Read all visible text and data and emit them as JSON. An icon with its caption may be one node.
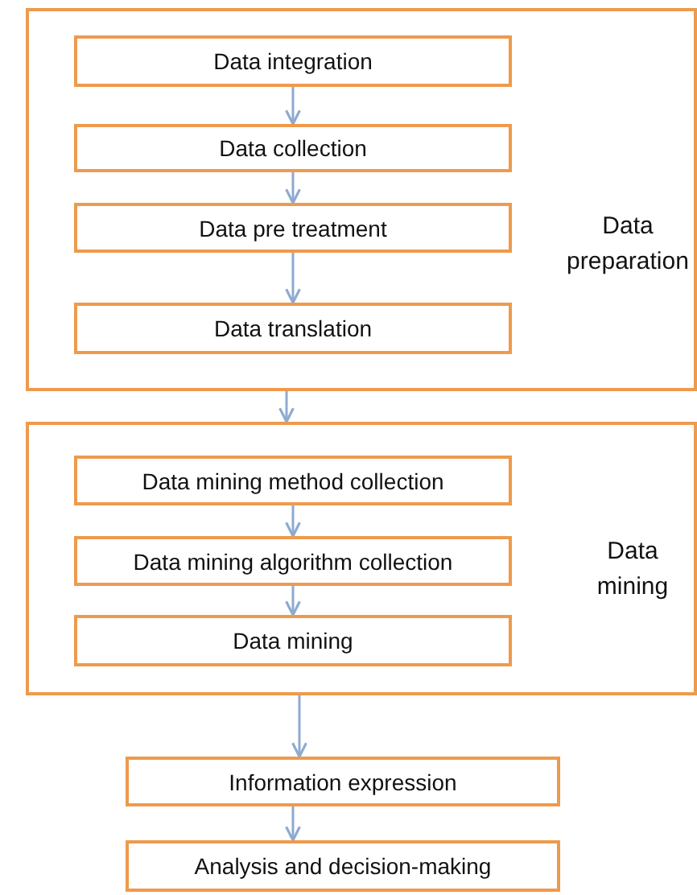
{
  "diagram": {
    "nodes": [
      {
        "text": [
          "Data preparation"
        ]
      },
      {
        "text": [
          "Data integration"
        ],
        "in": 0
      },
      {
        "text": [
          "Data collection"
        ],
        "in": 0
      },
      {
        "text": [
          "Data pre treatment"
        ],
        "in": 0
      },
      {
        "text": [
          "Data translation"
        ],
        "in": 0
      },
      {
        "text": [
          "Data mining"
        ]
      },
      {
        "text": [
          "Data mining method collection"
        ],
        "in": 5
      },
      {
        "text": [
          "Data mining algorithm collection"
        ],
        "in": 5
      },
      {
        "text": [
          "Data mining"
        ],
        "in": 5
      },
      {
        "text": [
          "Information expression"
        ]
      },
      {
        "text": [
          "Analysis and decision-making"
        ]
      }
    ],
    "edges": [
      {
        "from": 1,
        "to": 2,
        "arrow": "to"
      },
      {
        "from": 2,
        "to": 3,
        "arrow": "to"
      },
      {
        "from": 3,
        "to": 4,
        "arrow": "to"
      },
      {
        "from": 0,
        "to": 5,
        "arrow": "to"
      },
      {
        "from": 6,
        "to": 7,
        "arrow": "to"
      },
      {
        "from": 7,
        "to": 8,
        "arrow": "to"
      },
      {
        "from": 5,
        "to": 9,
        "arrow": "to"
      },
      {
        "from": 9,
        "to": 10,
        "arrow": "to"
      }
    ]
  }
}
